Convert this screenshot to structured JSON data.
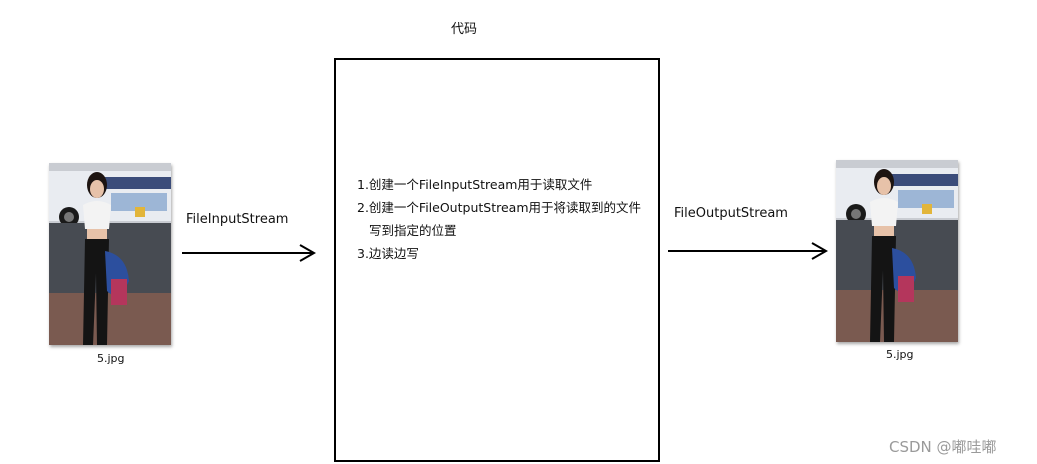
{
  "diagram": {
    "title": "代码",
    "steps": [
      "1.创建一个FileInputStream用于读取文件",
      "2.创建一个FileOutputStream用于将读取到的文件",
      "写到指定的位置",
      "3.边读边写"
    ],
    "source_file": {
      "caption": "5.jpg"
    },
    "target_file": {
      "caption": "5.jpg"
    },
    "input_arrow_label": "FileInputStream",
    "output_arrow_label": "FileOutputStream",
    "watermark": "CSDN @嘟哇嘟"
  }
}
